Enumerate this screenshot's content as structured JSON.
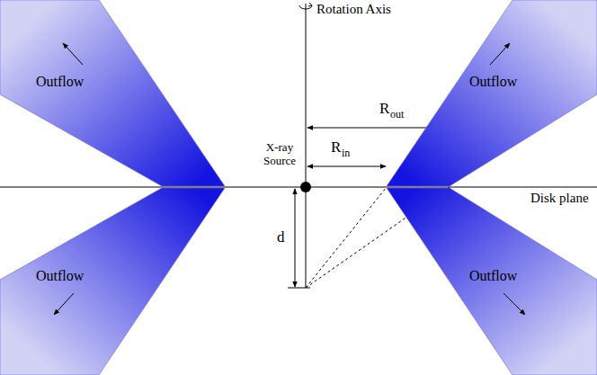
{
  "diagram": {
    "nodes": [
      {
        "text": [
          "Outflow"
        ]
      },
      {
        "text": [
          "Outflow"
        ]
      },
      {
        "text": [
          "Outflow"
        ]
      },
      {
        "text": [
          "Outflow"
        ]
      }
    ],
    "labels": [
      "Rotation Axis",
      "X-ray Source",
      "R",
      "out",
      "R",
      "in",
      "Disk plane",
      "d"
    ]
  }
}
